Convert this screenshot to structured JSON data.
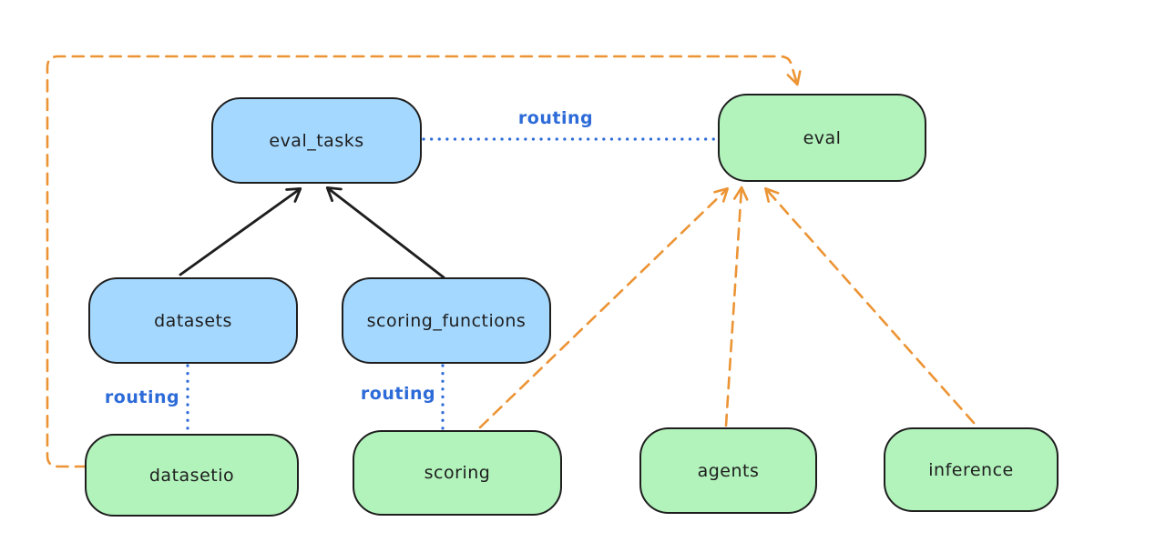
{
  "diagram": {
    "nodes": {
      "eval_tasks": {
        "label": "eval_tasks",
        "fill": "blue"
      },
      "eval": {
        "label": "eval",
        "fill": "green"
      },
      "datasets": {
        "label": "datasets",
        "fill": "blue"
      },
      "scoring_functions": {
        "label": "scoring_functions",
        "fill": "blue"
      },
      "datasetio": {
        "label": "datasetio",
        "fill": "green"
      },
      "scoring": {
        "label": "scoring",
        "fill": "green"
      },
      "agents": {
        "label": "agents",
        "fill": "green"
      },
      "inference": {
        "label": "inference",
        "fill": "green"
      }
    },
    "edge_label_routing": "routing",
    "edges": [
      {
        "from": "datasets",
        "to": "eval_tasks",
        "style": "solid-arrow",
        "color": "#1e1e1e"
      },
      {
        "from": "scoring_functions",
        "to": "eval_tasks",
        "style": "solid-arrow",
        "color": "#1e1e1e"
      },
      {
        "from": "eval_tasks",
        "to": "eval",
        "style": "dotted-line",
        "color": "#2d6bd8",
        "label": "routing"
      },
      {
        "from": "datasets",
        "to": "datasetio",
        "style": "dotted-line",
        "color": "#2d6bd8",
        "label": "routing"
      },
      {
        "from": "scoring_functions",
        "to": "scoring",
        "style": "dotted-line",
        "color": "#2d6bd8",
        "label": "routing"
      },
      {
        "from": "datasetio",
        "to": "eval",
        "style": "dashed-arrow",
        "color": "#ec9434"
      },
      {
        "from": "scoring",
        "to": "eval",
        "style": "dashed-arrow",
        "color": "#ec9434"
      },
      {
        "from": "agents",
        "to": "eval",
        "style": "dashed-arrow",
        "color": "#ec9434"
      },
      {
        "from": "inference",
        "to": "eval",
        "style": "dashed-arrow",
        "color": "#ec9434"
      }
    ],
    "colors": {
      "blue_fill": "#a5d8ff",
      "green_fill": "#b2f2bb",
      "node_stroke": "#1e1e1e",
      "routing_blue": "#2d6bd8",
      "orange": "#ec9434",
      "background": "#ffffff"
    }
  }
}
